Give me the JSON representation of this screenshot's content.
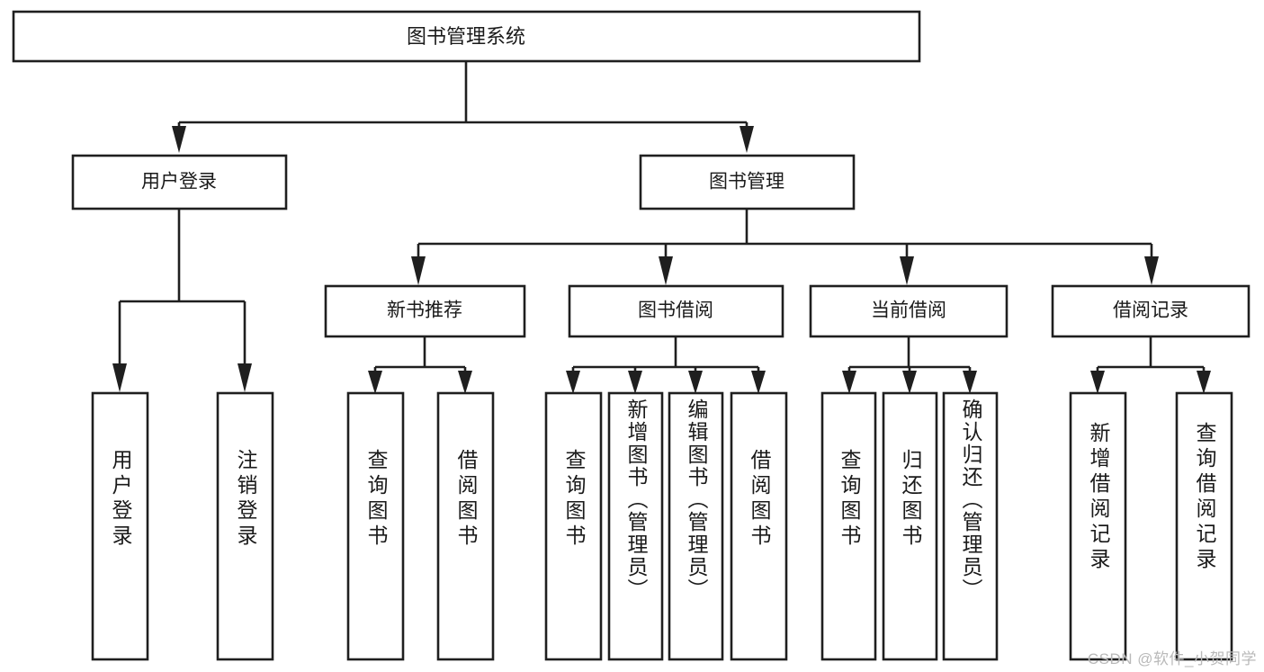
{
  "diagram": {
    "type": "tree-hierarchy-diagram",
    "title": "图书管理系统",
    "watermark": "CSDN @软件_小贺同学",
    "colors": {
      "stroke": "#1f1f1f",
      "fill": "#ffffff",
      "text": "#1a1a1a",
      "watermark": "#b9b9b9"
    },
    "levels": {
      "root": {
        "label": "图书管理系统"
      },
      "level1": [
        {
          "label": "用户登录"
        },
        {
          "label": "图书管理"
        }
      ],
      "level2": [
        {
          "label": "新书推荐"
        },
        {
          "label": "图书借阅"
        },
        {
          "label": "当前借阅"
        },
        {
          "label": "借阅记录"
        }
      ],
      "leaves": [
        {
          "label": "用户登录",
          "parent": "用户登录"
        },
        {
          "label": "注销登录",
          "parent": "用户登录"
        },
        {
          "label": "查询图书",
          "parent": "新书推荐"
        },
        {
          "label": "借阅图书",
          "parent": "新书推荐"
        },
        {
          "label": "查询图书",
          "parent": "图书借阅"
        },
        {
          "label": "新增图书（管理员）",
          "parent": "图书借阅"
        },
        {
          "label": "编辑图书（管理员）",
          "parent": "图书借阅"
        },
        {
          "label": "借阅图书",
          "parent": "图书借阅"
        },
        {
          "label": "查询图书",
          "parent": "当前借阅"
        },
        {
          "label": "归还图书",
          "parent": "当前借阅"
        },
        {
          "label": "确认归还（管理员）",
          "parent": "当前借阅"
        },
        {
          "label": "新增借阅记录",
          "parent": "借阅记录"
        },
        {
          "label": "查询借阅记录",
          "parent": "借阅记录"
        }
      ]
    }
  }
}
